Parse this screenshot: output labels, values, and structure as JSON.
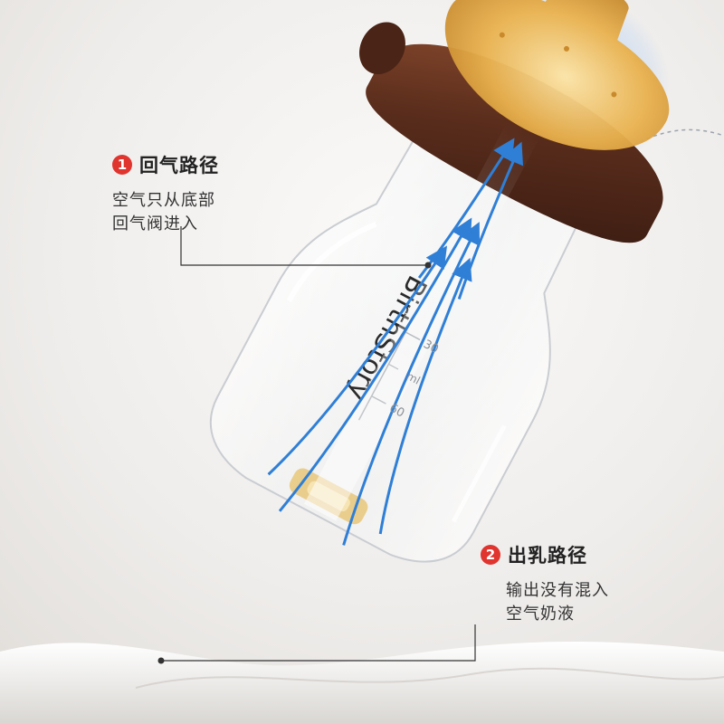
{
  "brand": {
    "wordmark": "BirthStory"
  },
  "scale": {
    "marks": [
      "30",
      "60"
    ],
    "unit": "ml"
  },
  "callout_1": {
    "number": "1",
    "title": "回气路径",
    "description": [
      "空气只从底部",
      "回气阀进入"
    ]
  },
  "callout_2": {
    "number": "2",
    "title": "出乳路径",
    "description": [
      "输出没有混入",
      "空气奶液"
    ]
  },
  "colors": {
    "badge": "#e0342f",
    "collar": "#5a2d1c",
    "nipple": "#e0a43a",
    "airflow": "#2f7fd6",
    "background": "#f1efed"
  }
}
